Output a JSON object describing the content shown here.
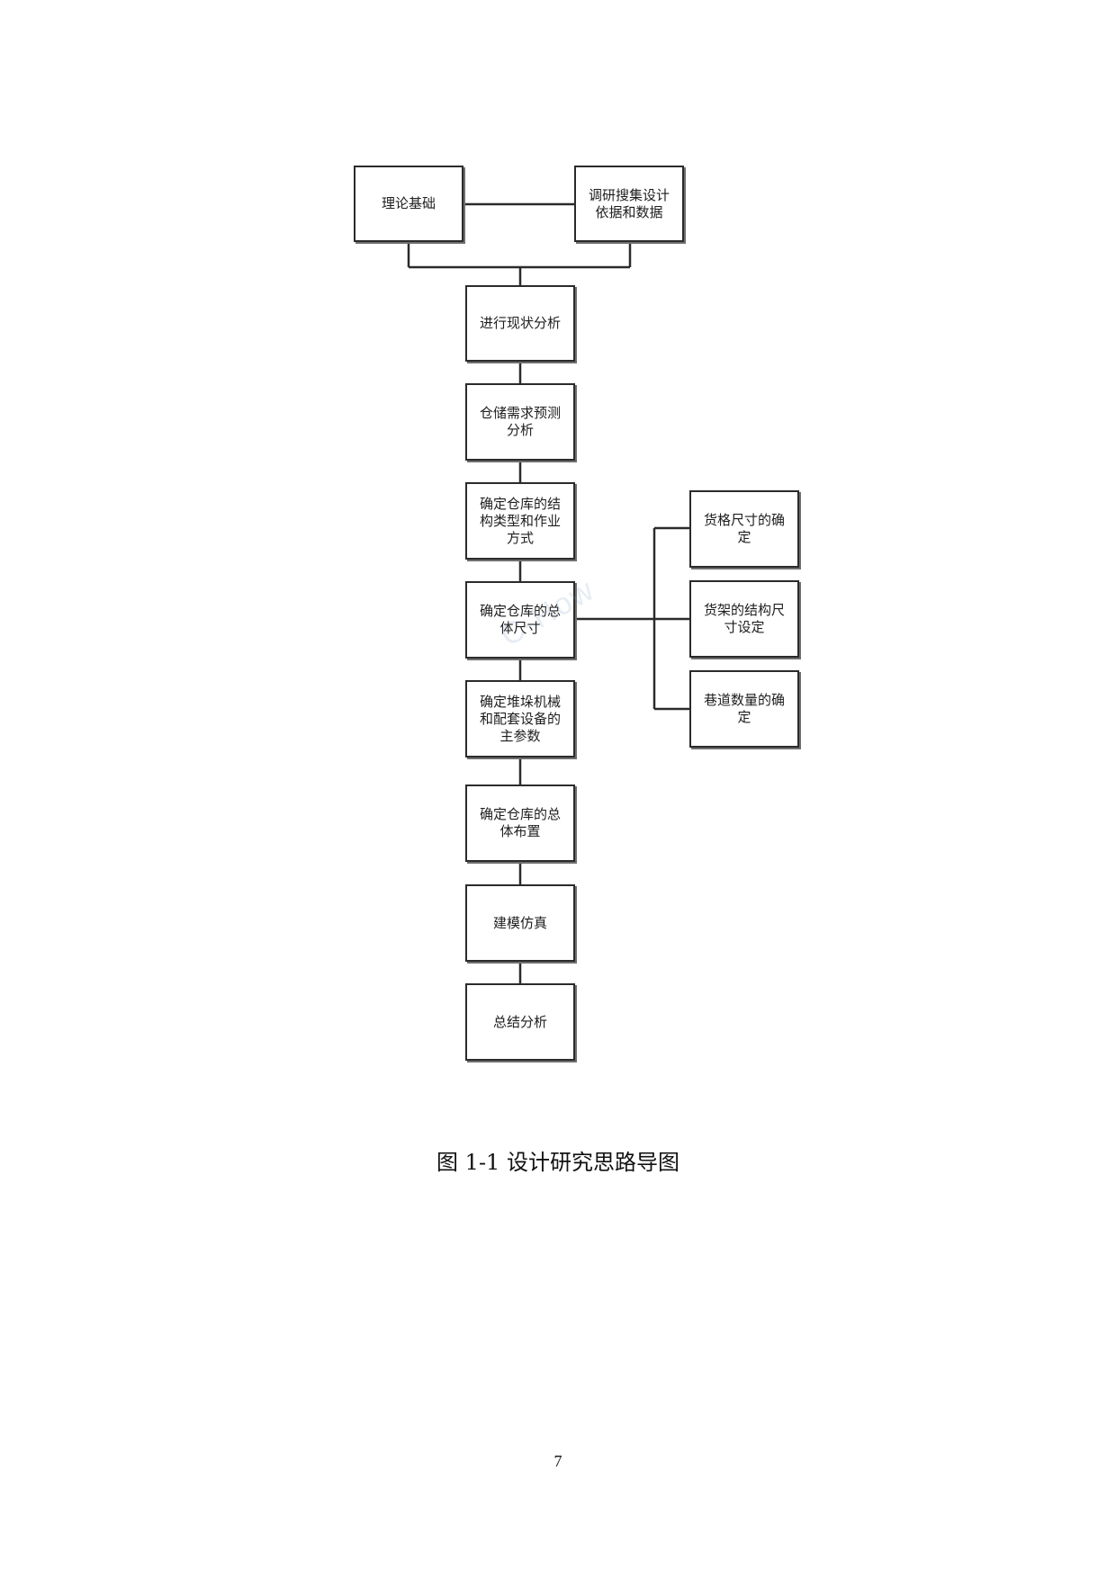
{
  "diagram": {
    "nodes": {
      "theory": "理论基础",
      "research": "调研搜集设计\n依据和数据",
      "status": "进行现状分析",
      "demand": "仓储需求预测\n分析",
      "structure": "确定仓库的结\n构类型和作业\n方式",
      "overall_size": "确定仓库的总\n体尺寸",
      "equipment": "确定堆垛机械\n和配套设备的\n主参数",
      "layout": "确定仓库的总\n体布置",
      "simulation": "建模仿真",
      "summary": "总结分析",
      "cell_size": "货格尺寸的确\n定",
      "rack_size": "货架的结构尺\n寸设定",
      "aisle_count": "巷道数量的确\n定"
    }
  },
  "caption": "图 1-1 设计研究思路导图",
  "page_number": "7",
  "watermark": "C-How",
  "colors": {
    "line": "#2b2b2b",
    "shadow": "#6f6f6f"
  }
}
